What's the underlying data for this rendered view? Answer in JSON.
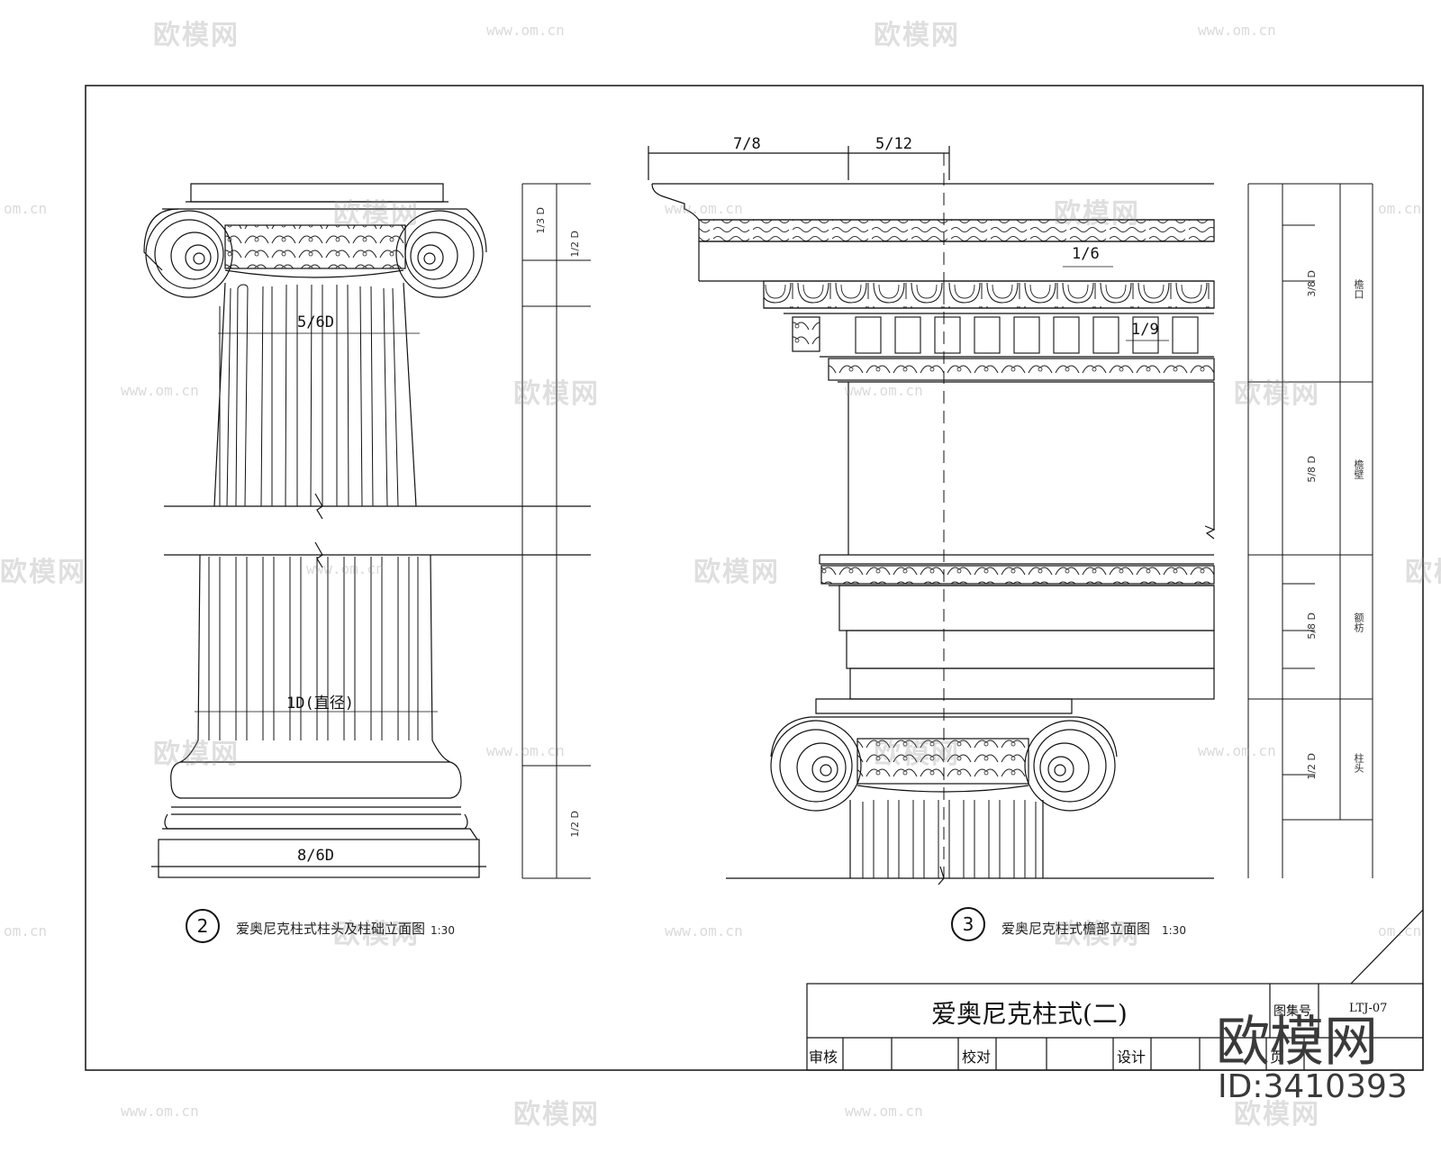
{
  "drawing": {
    "title": "爱奥尼克柱式(二)",
    "title_block": {
      "atlas_label": "图集号",
      "atlas_no": "LTJ-07",
      "review_label": "审核",
      "check_label": "校对",
      "design_label": "设计",
      "page_label": "页"
    }
  },
  "figures": [
    {
      "number": "2",
      "caption": "爱奥尼克柱式柱头及柱础立面图",
      "scale": "1:30"
    },
    {
      "number": "3",
      "caption": "爱奥尼克柱式檐部立面图",
      "scale": "1:30"
    }
  ],
  "dimensions": {
    "left": {
      "top_width": "5/6D",
      "diameter": "1D(直径)",
      "base_width": "8/6D",
      "side_top_a": "1/3 D",
      "side_top_b": "1/2 D",
      "side_bottom": "1/2 D"
    },
    "right": {
      "top_a": "7/8",
      "top_b": "5/12",
      "mid_a": "1/6",
      "mid_b": "1/9",
      "rows": [
        {
          "dim": "3/8 D",
          "name": "檐口"
        },
        {
          "dim": "5/8 D",
          "name": "檐壁"
        },
        {
          "dim": "5/8 D",
          "name": "额枋"
        },
        {
          "dim": "1/2 D",
          "name": "柱头"
        }
      ]
    }
  },
  "watermarks": {
    "brand_cn": "欧模网",
    "url": "www.om.cn",
    "url_short": "om.cn"
  },
  "brand": {
    "logo": "欧模网",
    "id": "ID:3410393"
  }
}
